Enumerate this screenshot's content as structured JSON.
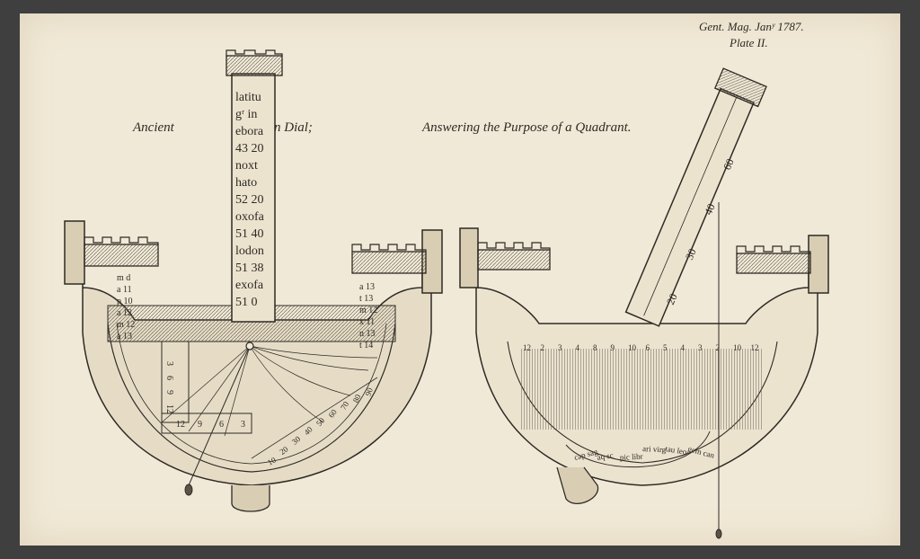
{
  "publisher": "Gent. Mag. Janʸ 1787.",
  "plate": "Plate II.",
  "title_a": "Ancient",
  "title_b": "Sun Dial;",
  "subtitle": "Answering the Purpose of a Quadrant.",
  "gnomon_words": [
    "latitu",
    "gʳ in",
    "ebora",
    "43 20",
    "noxt",
    "hato",
    "52 20",
    "oxofa",
    "51 40",
    "lodon",
    "51 38",
    "exofa",
    "51 0"
  ],
  "left_tables": [
    "m d",
    "a 11",
    "p 10",
    "a 12",
    "m 12",
    "a 13"
  ],
  "right_tables": [
    "a 13",
    "t 13",
    "m 12",
    "x 11",
    "n 13",
    "t 14"
  ],
  "hour_scale_left": [
    "3",
    "6",
    "9",
    "12"
  ],
  "hour_scale_bottom": [
    "12",
    "9",
    "6",
    "3"
  ],
  "degree_scale": [
    "10",
    "20",
    "30",
    "40",
    "50",
    "60",
    "70",
    "80",
    "90"
  ],
  "arm_scale": [
    "60",
    "40",
    "30",
    "20"
  ],
  "hour_marks": [
    "12",
    "2",
    "3",
    "4",
    "8",
    "9",
    "10",
    "6",
    "5",
    "4",
    "3",
    "2",
    "10",
    "12"
  ],
  "zodiac_labels": [
    "cap sag",
    "aq sc",
    "pic libr",
    "ari virg",
    "tau leo",
    "gem can"
  ]
}
